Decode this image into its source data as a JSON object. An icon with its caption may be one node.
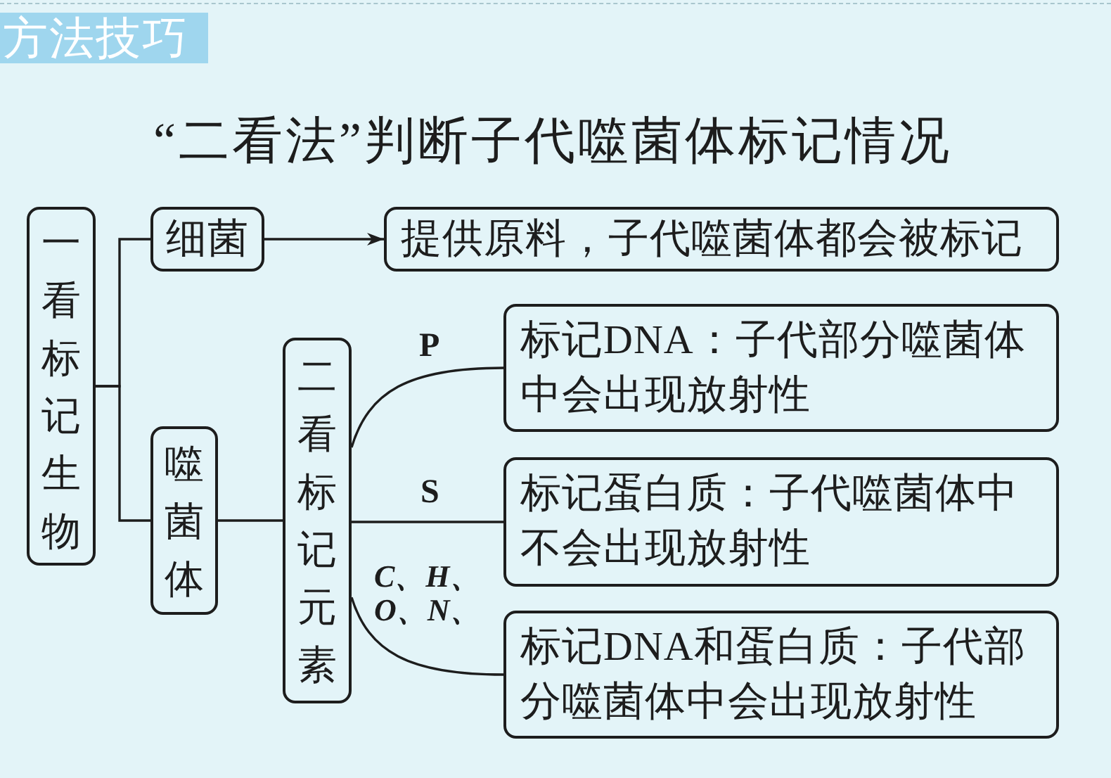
{
  "diagram": {
    "title": "“二看法”判断子代噬菌体标记情况",
    "nodes": [
      {
        "text": [
          "一看标记生物"
        ]
      },
      {
        "text": [
          "细菌"
        ]
      },
      {
        "text": [
          "提供原料，子代噬菌体都会被标记"
        ]
      },
      {
        "text": [
          "噬菌体"
        ]
      },
      {
        "text": [
          "二看标记元素"
        ]
      },
      {
        "text": [
          "标记DNA：子代部分噬菌体中会出现放射性"
        ]
      },
      {
        "text": [
          "标记蛋白质：子代噬菌体中不会出现放射性"
        ]
      },
      {
        "text": [
          "标记DNA和蛋白质：子代部分噬菌体中会出现放射性"
        ]
      }
    ],
    "edges": [
      {
        "from": 0,
        "to": 1,
        "arrow": "none"
      },
      {
        "from": 0,
        "to": 3,
        "arrow": "none"
      },
      {
        "from": 1,
        "to": 2,
        "arrow": "to"
      },
      {
        "from": 3,
        "to": 4,
        "arrow": "none"
      },
      {
        "from": 4,
        "to": 5,
        "arrow": "none",
        "label": "P"
      },
      {
        "from": 4,
        "to": 6,
        "arrow": "none",
        "label": "S"
      },
      {
        "from": 4,
        "to": 7,
        "arrow": "none",
        "label": "C、H、O、N、"
      }
    ],
    "labels": [
      "方法技巧"
    ]
  }
}
